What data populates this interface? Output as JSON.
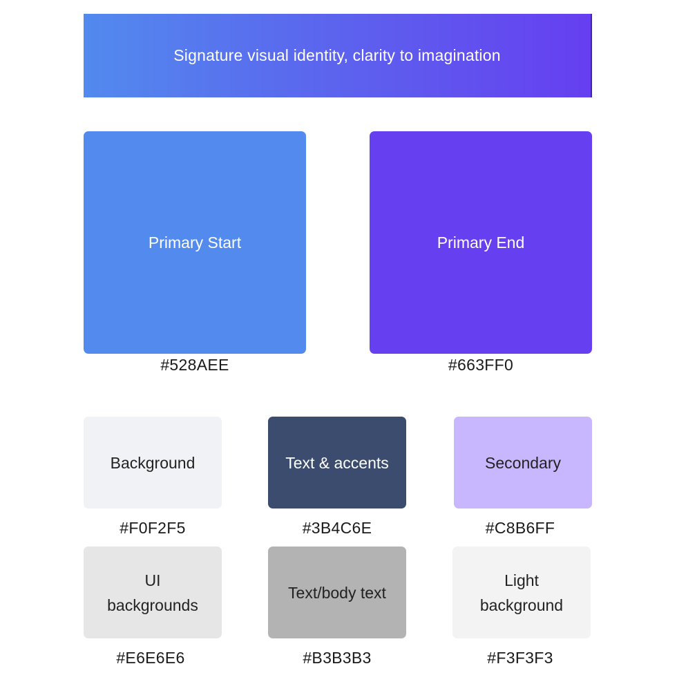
{
  "banner": {
    "text": "Signature visual identity, clarity to imagination"
  },
  "primary": [
    {
      "label": "Primary Start",
      "hex": "#528AEE",
      "color": "#528AEE"
    },
    {
      "label": "Primary End",
      "hex": "#663FF0",
      "color": "#663FF0"
    }
  ],
  "palette": [
    {
      "label": "Background",
      "hex": "#F0F2F5",
      "color": "#F0F2F5",
      "text_color": "#222222"
    },
    {
      "label": "Text & accents",
      "hex": "#3B4C6E",
      "color": "#3B4C6E",
      "text_color": "#FFFFFF"
    },
    {
      "label": "Secondary",
      "hex": "#C8B6FF",
      "color": "#C8B6FF",
      "text_color": "#222222"
    },
    {
      "label": "UI backgrounds",
      "hex": "#E6E6E6",
      "color": "#E6E6E6",
      "text_color": "#222222"
    },
    {
      "label": "Text/body text",
      "hex": "#B3B3B3",
      "color": "#B3B3B3",
      "text_color": "#222222"
    },
    {
      "label": "Light background",
      "hex": "#F3F3F3",
      "color": "#F3F3F3",
      "text_color": "#222222"
    }
  ]
}
